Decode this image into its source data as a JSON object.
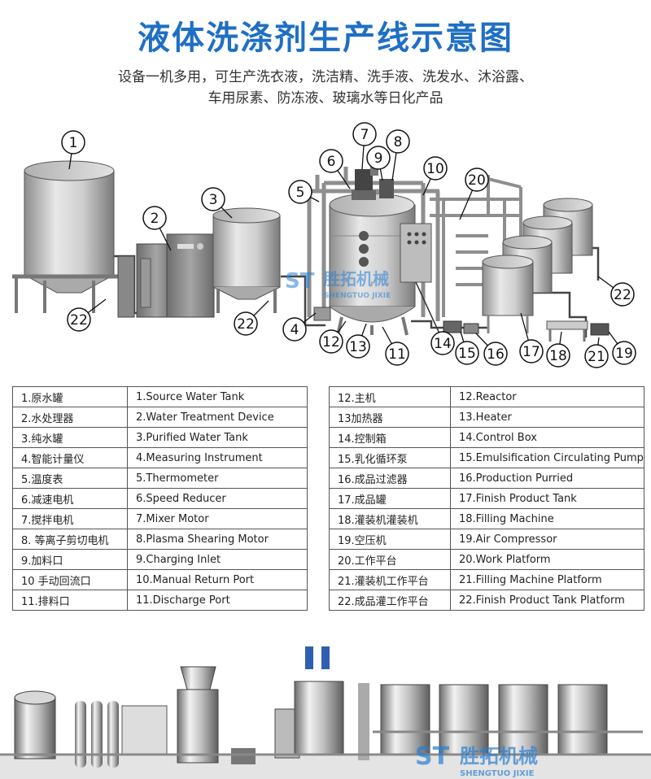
{
  "header": {
    "title": "液体洗涤剂生产线示意图",
    "subtitle_line1": "设备一机多用，可生产洗衣液，洗洁精、洗手液、洗发水、沐浴露、",
    "subtitle_line2": "车用尿素、防冻液、玻璃水等日化产品"
  },
  "watermark": {
    "brand": "胜拓机械",
    "pinyin": "SHENGTUO JIXIE",
    "logo": "ST"
  },
  "colors": {
    "title_blue": "#1f6fc4",
    "steel": "#c9c9c9",
    "steel_dark": "#8a8a8a",
    "frame": "#9a9a9a",
    "line": "#222222"
  },
  "callouts": [
    "1",
    "2",
    "3",
    "4",
    "5",
    "6",
    "7",
    "8",
    "9",
    "10",
    "11",
    "12",
    "13",
    "14",
    "15",
    "16",
    "17",
    "18",
    "19",
    "20",
    "21",
    "22",
    "22",
    "22"
  ],
  "legend_left": [
    {
      "cn": "1.原水罐",
      "en": "1.Source Water Tank"
    },
    {
      "cn": "2.水处理器",
      "en": "2.Water Treatment Device"
    },
    {
      "cn": "3.纯水罐",
      "en": "3.Purified Water Tank"
    },
    {
      "cn": "4.智能计量仪",
      "en": "4.Measuring Instrument"
    },
    {
      "cn": "5.温度表",
      "en": "5.Thermometer"
    },
    {
      "cn": "6.减速电机",
      "en": "6.Speed Reducer"
    },
    {
      "cn": "7.搅拌电机",
      "en": "7.Mixer Motor"
    },
    {
      "cn": "8. 等离子剪切电机",
      "en": "8.Plasma Shearing Motor"
    },
    {
      "cn": "9.加料口",
      "en": "9.Charging Inlet"
    },
    {
      "cn": "10 手动回流口",
      "en": "10.Manual Return Port"
    },
    {
      "cn": "11.排料口",
      "en": "11.Discharge Port"
    }
  ],
  "legend_right": [
    {
      "cn": "12.主机",
      "en": "12.Reactor"
    },
    {
      "cn": "13加热器",
      "en": "13.Heater"
    },
    {
      "cn": "14.控制箱",
      "en": "14.Control Box"
    },
    {
      "cn": "15.乳化循环泵",
      "en": "15.Emulsification Circulating Pump"
    },
    {
      "cn": "16.成品过滤器",
      "en": "16.Production Purried"
    },
    {
      "cn": "17.成品罐",
      "en": "17.Finish Product Tank"
    },
    {
      "cn": "18.灌装机灌装机",
      "en": "18.Filling Machine"
    },
    {
      "cn": "19.空压机",
      "en": "19.Air Compressor"
    },
    {
      "cn": "20.工作平台",
      "en": "20.Work Platform"
    },
    {
      "cn": "21.灌装机工作平台",
      "en": "21.Filling Machine Platform"
    },
    {
      "cn": "22.成品灌工作平台",
      "en": "22.Finish Product Tank Platform"
    }
  ]
}
